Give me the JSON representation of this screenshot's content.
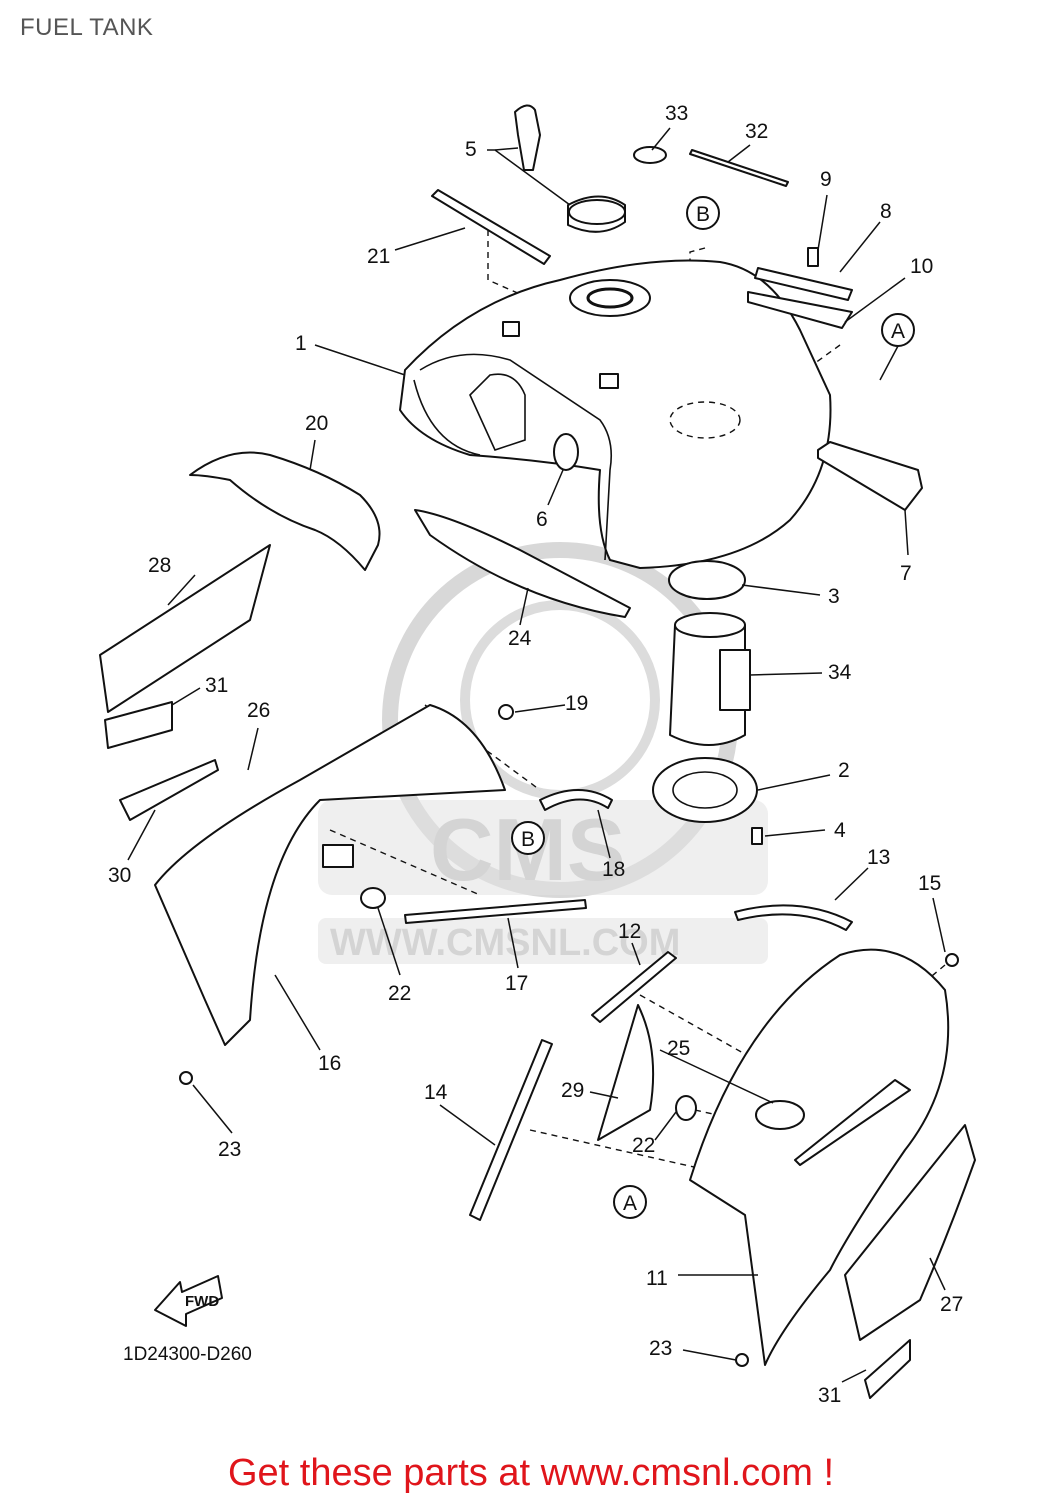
{
  "title": "FUEL TANK",
  "diagram_code": "1D24300-D260",
  "fwd_label": "FWD",
  "watermark": {
    "brand": "CMS",
    "url": "WWW.CMSNL.COM"
  },
  "cta": "Get these parts at www.cmsnl.com !",
  "ref_letters": {
    "a": "A",
    "b": "B"
  },
  "callouts": {
    "p1": "1",
    "p2": "2",
    "p3": "3",
    "p4": "4",
    "p5": "5",
    "p6": "6",
    "p7": "7",
    "p8": "8",
    "p9": "9",
    "p10": "10",
    "p11": "11",
    "p12": "12",
    "p13": "13",
    "p14": "14",
    "p15": "15",
    "p16": "16",
    "p17": "17",
    "p18": "18",
    "p19": "19",
    "p20": "20",
    "p21": "21",
    "p22a": "22",
    "p22b": "22",
    "p23a": "23",
    "p23b": "23",
    "p24": "24",
    "p25": "25",
    "p26": "26",
    "p27": "27",
    "p28": "28",
    "p29": "29",
    "p30": "30",
    "p31a": "31",
    "p31b": "31",
    "p32": "32",
    "p33": "33",
    "p34": "34"
  },
  "colors": {
    "line": "#111111",
    "title": "#555555",
    "cta": "#e0151b",
    "watermark": "#d4d4d4"
  }
}
